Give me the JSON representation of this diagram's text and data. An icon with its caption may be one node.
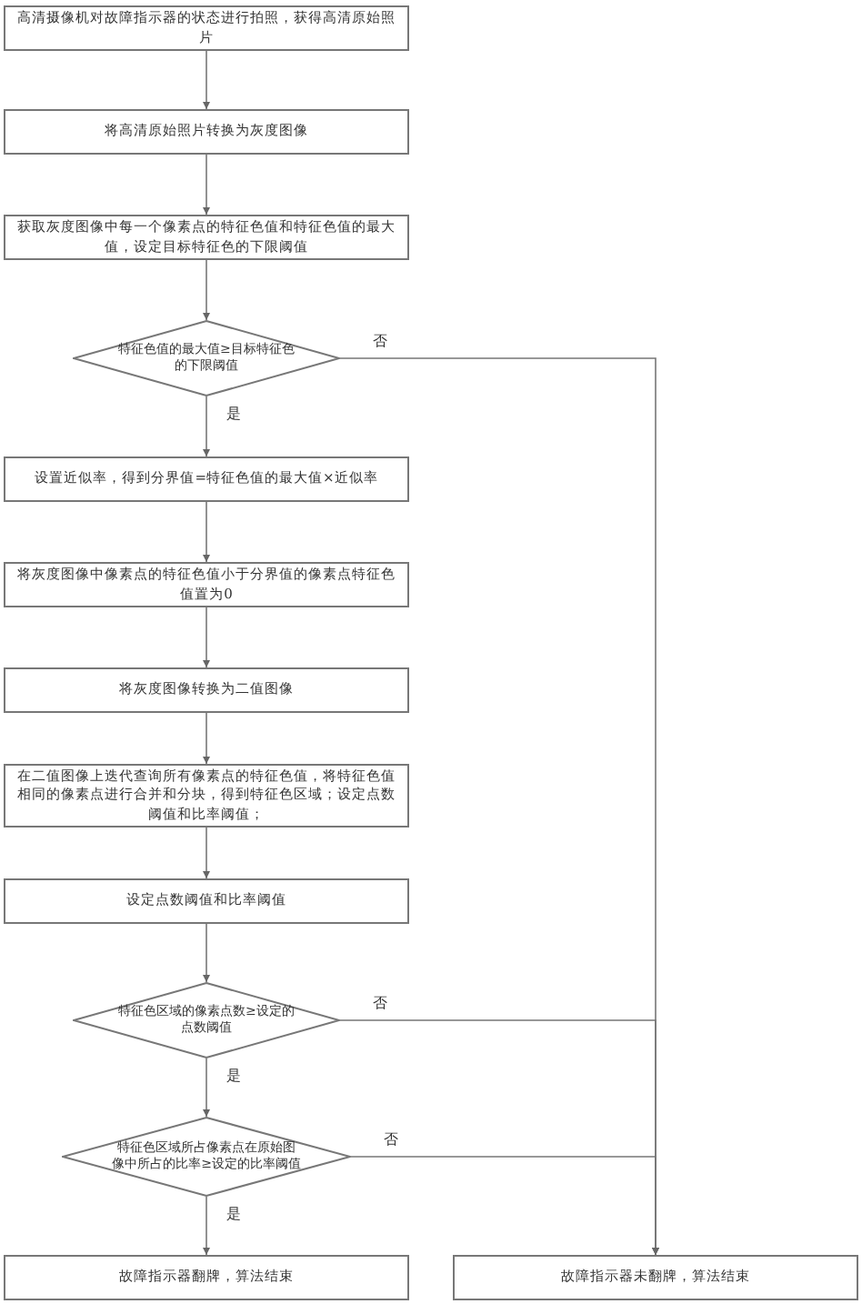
{
  "diagram": {
    "nodes": [
      {
        "text": [
          "高清摄像机对故障指示器的状态进行拍照，获得高清原始照片"
        ]
      },
      {
        "text": [
          "将高清原始照片转换为灰度图像"
        ]
      },
      {
        "text": [
          "获取灰度图像中每一个像素点的特征色值和特征色值的最大值，设定目标特征色的下限阈值"
        ]
      },
      {
        "text": [
          "特征色值的最大值≥目标特征色的下限阈值"
        ]
      },
      {
        "text": [
          "设置近似率，得到分界值=特征色值的最大值×近似率"
        ]
      },
      {
        "text": [
          "将灰度图像中像素点的特征色值小于分界值的像素点特征色值置为0"
        ]
      },
      {
        "text": [
          "将灰度图像转换为二值图像"
        ]
      },
      {
        "text": [
          "在二值图像上迭代查询所有像素点的特征色值，将特征色值相同的像素点进行合并和分块，得到特征色区域；设定点数阈值和比率阈值；"
        ]
      },
      {
        "text": [
          "设定点数阈值和比率阈值"
        ]
      },
      {
        "text": [
          "特征色区域的像素点数≥设定的点数阈值"
        ]
      },
      {
        "text": [
          "特征色区域所占像素点在原始图像中所占的比率≥设定的比率阈值"
        ]
      },
      {
        "text": [
          "故障指示器翻牌，算法结束"
        ]
      },
      {
        "text": [
          "故障指示器未翻牌，算法结束"
        ]
      }
    ],
    "edges": [
      {
        "from": 0,
        "to": 1,
        "arrow": "to"
      },
      {
        "from": 1,
        "to": 2,
        "arrow": "to"
      },
      {
        "from": 2,
        "to": 3,
        "arrow": "to"
      },
      {
        "from": 3,
        "to": 12,
        "arrow": "to",
        "label": "否"
      },
      {
        "from": 3,
        "to": 4,
        "arrow": "to",
        "label": "是"
      },
      {
        "from": 4,
        "to": 5,
        "arrow": "to"
      },
      {
        "from": 5,
        "to": 6,
        "arrow": "to"
      },
      {
        "from": 6,
        "to": 7,
        "arrow": "to"
      },
      {
        "from": 7,
        "to": 8,
        "arrow": "to"
      },
      {
        "from": 8,
        "to": 9,
        "arrow": "to"
      },
      {
        "from": 9,
        "to": 12,
        "arrow": "to",
        "label": "否"
      },
      {
        "from": 9,
        "to": 10,
        "arrow": "to",
        "label": "是"
      },
      {
        "from": 10,
        "to": 12,
        "arrow": "to",
        "label": "否"
      },
      {
        "from": 10,
        "to": 11,
        "arrow": "to",
        "label": "是"
      }
    ]
  }
}
